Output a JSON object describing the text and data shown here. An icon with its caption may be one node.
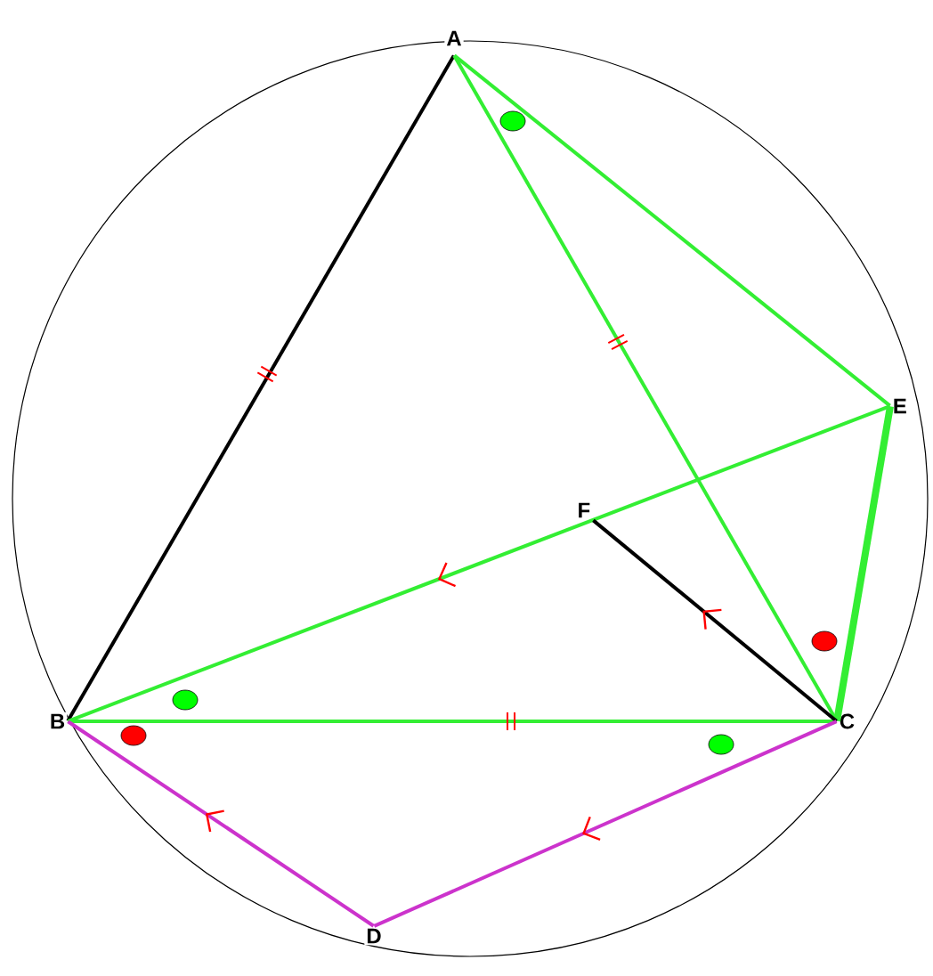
{
  "diagram": {
    "nodes": [
      {
        "text": [
          "A"
        ]
      },
      {
        "text": [
          "B"
        ]
      },
      {
        "text": [
          "C"
        ]
      },
      {
        "text": [
          "D"
        ]
      },
      {
        "text": [
          "E"
        ]
      },
      {
        "text": [
          "F"
        ]
      }
    ],
    "edges": [
      {
        "from": 0,
        "to": 1,
        "arrow": "none",
        "color": "#000000"
      },
      {
        "from": 0,
        "to": 2,
        "arrow": "none"
      },
      {
        "from": 0,
        "to": 4,
        "arrow": "none"
      },
      {
        "from": 1,
        "to": 2,
        "arrow": "none"
      },
      {
        "from": 4,
        "to": 1,
        "arrow": "to"
      },
      {
        "from": 2,
        "to": 4,
        "arrow": "none",
        "style": "thick"
      },
      {
        "from": 2,
        "to": 5,
        "arrow": "to",
        "color": "#000000"
      },
      {
        "from": 3,
        "to": 1,
        "arrow": "to",
        "color": "#cc33cc"
      },
      {
        "from": 2,
        "to": 3,
        "arrow": "to",
        "color": "#cc33cc"
      }
    ]
  }
}
